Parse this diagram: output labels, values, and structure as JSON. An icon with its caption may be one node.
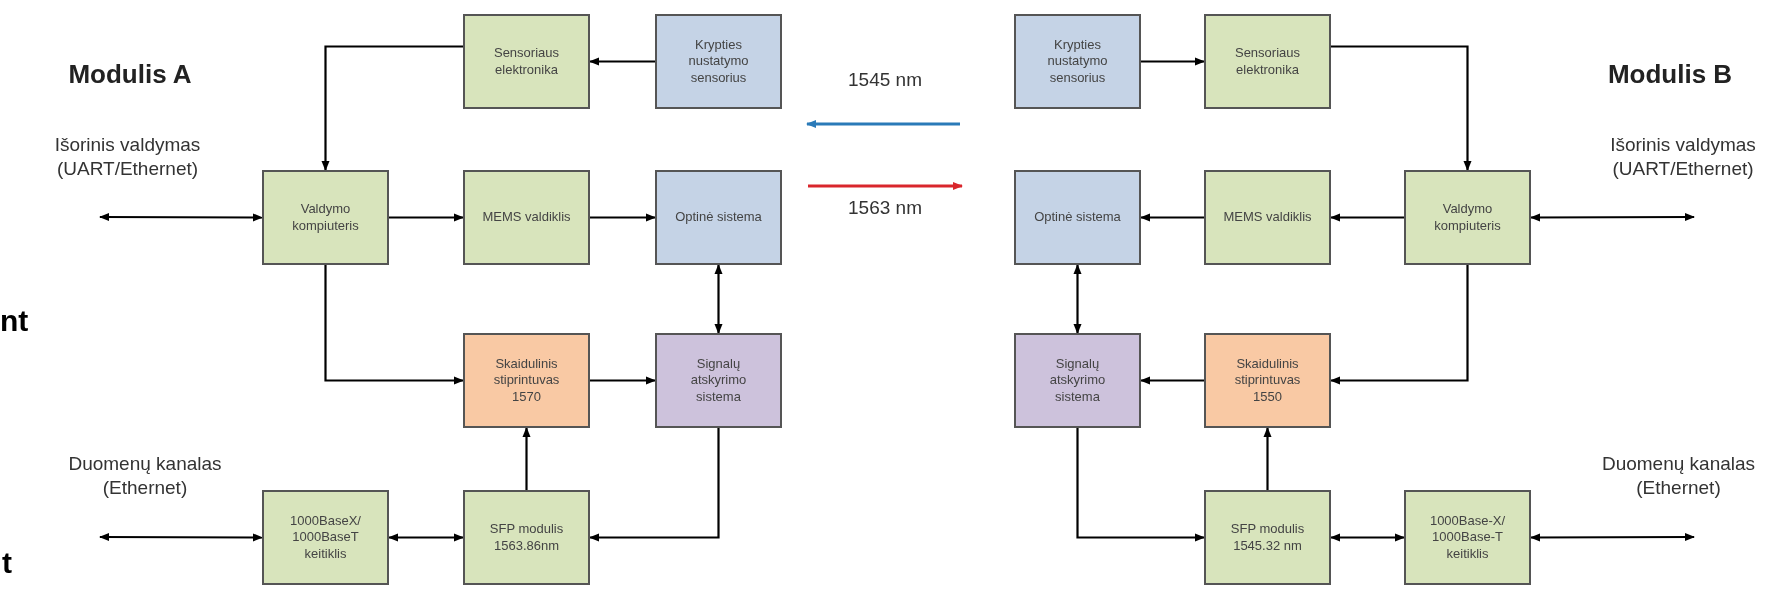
{
  "diagram": {
    "nodes": [
      {
        "text": [
          "Sensoriaus elektronika"
        ]
      },
      {
        "text": [
          "Krypties nustatymo sensorius"
        ]
      },
      {
        "text": [
          "Krypties nustatymo sensorius"
        ]
      },
      {
        "text": [
          "Sensoriaus elektronika"
        ]
      },
      {
        "text": [
          "Valdymo kompiuteris"
        ]
      },
      {
        "text": [
          "MEMS valdiklis"
        ]
      },
      {
        "text": [
          "Optinė sistema"
        ]
      },
      {
        "text": [
          "Optinė sistema"
        ]
      },
      {
        "text": [
          "MEMS valdiklis"
        ]
      },
      {
        "text": [
          "Valdymo kompiuteris"
        ]
      },
      {
        "text": [
          "Skaidulinis stiprintuvas 1570"
        ]
      },
      {
        "text": [
          "Signalų atskyrimo sistema"
        ]
      },
      {
        "text": [
          "Signalų atskyrimo sistema"
        ]
      },
      {
        "text": [
          "Skaidulinis stiprintuvas 1550"
        ]
      },
      {
        "text": [
          "1000BaseX/ 1000BaseT keitiklis"
        ]
      },
      {
        "text": [
          "SFP modulis 1563.86nm"
        ]
      },
      {
        "text": [
          "SFP modulis 1545.32 nm"
        ]
      },
      {
        "text": [
          "1000Base-X/ 1000Base-T keitiklis"
        ]
      }
    ],
    "edges": [
      {
        "from": 1,
        "to": 0,
        "arrow": "to"
      },
      {
        "from": 0,
        "to": 4,
        "arrow": "to"
      },
      {
        "from": null,
        "to": 4,
        "arrow": "both"
      },
      {
        "from": 4,
        "to": 5,
        "arrow": "to"
      },
      {
        "from": 5,
        "to": 6,
        "arrow": "to"
      },
      {
        "from": 6,
        "to": 11,
        "arrow": "both"
      },
      {
        "from": 4,
        "to": 10,
        "arrow": "to"
      },
      {
        "from": 10,
        "to": 11,
        "arrow": "to"
      },
      {
        "from": 15,
        "to": 10,
        "arrow": "to"
      },
      {
        "from": 11,
        "to": 15,
        "arrow": "to"
      },
      {
        "from": 14,
        "to": 15,
        "arrow": "both"
      },
      {
        "from": null,
        "to": 14,
        "arrow": "both"
      },
      {
        "from": 2,
        "to": 3,
        "arrow": "to"
      },
      {
        "from": 3,
        "to": 9,
        "arrow": "to"
      },
      {
        "from": 9,
        "to": null,
        "arrow": "both"
      },
      {
        "from": 9,
        "to": 8,
        "arrow": "to"
      },
      {
        "from": 8,
        "to": 7,
        "arrow": "to"
      },
      {
        "from": 7,
        "to": 12,
        "arrow": "both"
      },
      {
        "from": 9,
        "to": 13,
        "arrow": "to"
      },
      {
        "from": 13,
        "to": 12,
        "arrow": "to"
      },
      {
        "from": 16,
        "to": 13,
        "arrow": "to"
      },
      {
        "from": 12,
        "to": 16,
        "arrow": "to"
      },
      {
        "from": 16,
        "to": 17,
        "arrow": "both"
      },
      {
        "from": 17,
        "to": null,
        "arrow": "both"
      }
    ],
    "labels": [
      "Modulis A",
      "1545 nm",
      "Modulis B",
      "Išorinis valdymas (UART/Ethernet)",
      "1563 nm",
      "Išorinis valdymas (UART/Ethernet)",
      "nt",
      "Duomenų kanalas (Ethernet)",
      "Duomenų kanalas (Ethernet)",
      "t"
    ]
  }
}
